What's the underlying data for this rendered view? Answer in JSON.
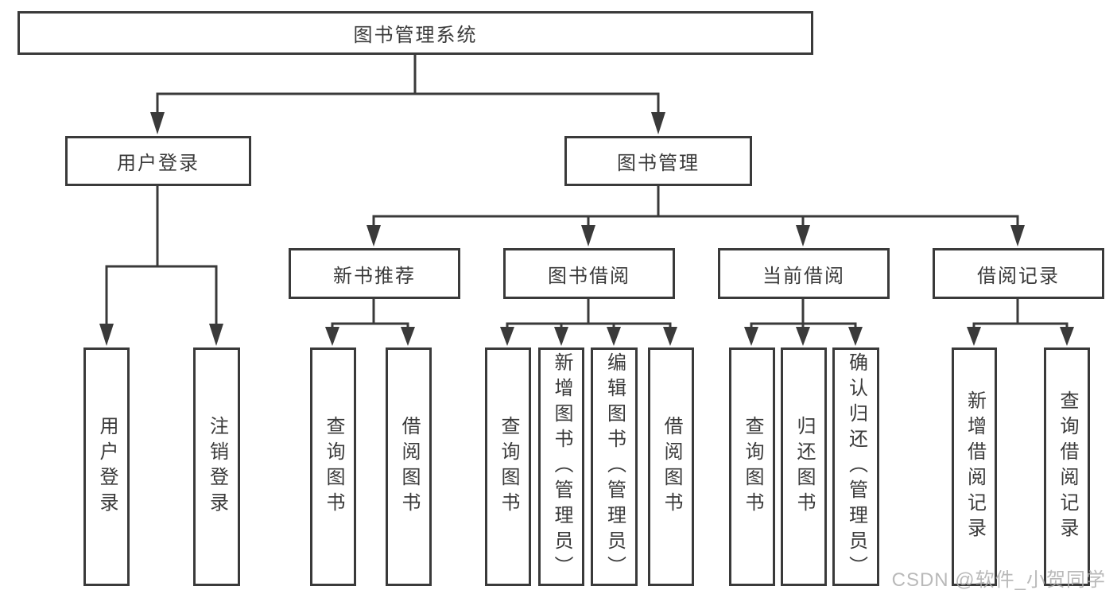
{
  "root": {
    "label": "图书管理系统",
    "children": [
      {
        "label": "用户登录",
        "children": [
          {
            "label": "用户登录"
          },
          {
            "label": "注销登录"
          }
        ]
      },
      {
        "label": "图书管理",
        "children": [
          {
            "label": "新书推荐",
            "children": [
              {
                "label": "查询图书"
              },
              {
                "label": "借阅图书"
              }
            ]
          },
          {
            "label": "图书借阅",
            "children": [
              {
                "label": "查询图书"
              },
              {
                "label": "新增图书（管理员）"
              },
              {
                "label": "编辑图书（管理员）"
              },
              {
                "label": "借阅图书"
              }
            ]
          },
          {
            "label": "当前借阅",
            "children": [
              {
                "label": "查询图书"
              },
              {
                "label": "归还图书"
              },
              {
                "label": "确认归还（管理员）"
              }
            ]
          },
          {
            "label": "借阅记录",
            "children": [
              {
                "label": "新增借阅记录"
              },
              {
                "label": "查询借阅记录"
              }
            ]
          }
        ]
      }
    ]
  },
  "watermark": {
    "text": "CSDN @软件_小贺同学"
  },
  "colors": {
    "line": "#3a3a3a",
    "text": "#3a3a3a",
    "box_background": "#ffffff",
    "watermark": "#adadad"
  }
}
